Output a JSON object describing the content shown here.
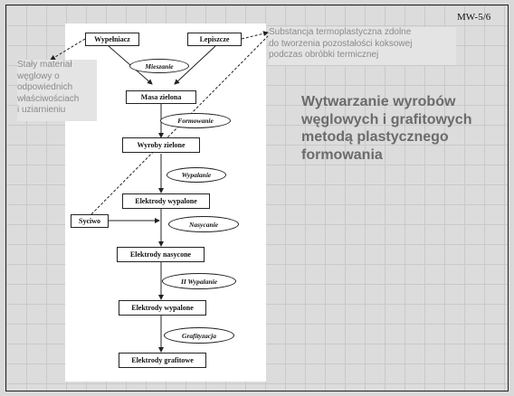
{
  "slide": {
    "badge": "MW-5/6",
    "title": "Wytwarzanie wyrobów węglowych i grafitowych metodą plastycznego formowania"
  },
  "notes": {
    "left": "Stały materiał\nwęglowy o\nodpowiednich\nwłaściwościach\ni uziarnieniu",
    "right": "Substancja termoplastyczna zdolne\ndo tworzenia pozostałości koksowej\npodczas obróbki termicznej"
  },
  "diagram": {
    "boxes": {
      "filler": "Wypełniacz",
      "binder": "Lepiszcze",
      "green_mass": "Masa zielona",
      "green_products": "Wyroby zielone",
      "baked_electrodes_1": "Elektrody wypalone",
      "impregnant": "Syciwo",
      "impregnated_electrodes": "Elektrody nasycone",
      "baked_electrodes_2": "Elektrody wypalone",
      "graphite_electrodes": "Elektrody grafitowe"
    },
    "processes": {
      "mixing": "Mieszanie",
      "forming": "Formowanie",
      "baking": "Wypalanie",
      "impregnation": "Nasycanie",
      "rebaking": "II Wypalanie",
      "graphitization": "Grafityzacja"
    }
  }
}
